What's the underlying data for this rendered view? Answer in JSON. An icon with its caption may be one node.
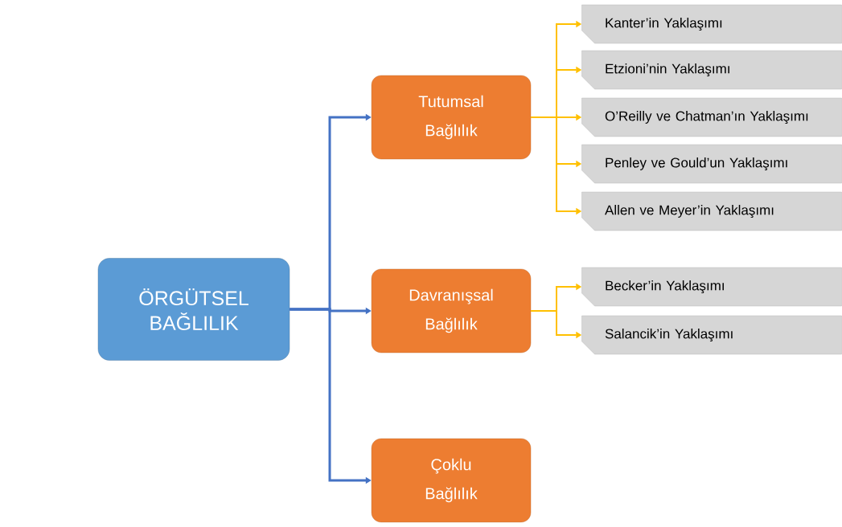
{
  "diagram": {
    "nodes": [
      {
        "text": [
          "ÖRGÜTSEL BAĞLILIK"
        ]
      },
      {
        "text": [
          "Tutumsal Bağlılık"
        ]
      },
      {
        "text": [
          "Davranışsal Bağlılık"
        ]
      },
      {
        "text": [
          "Çoklu Bağlılık"
        ]
      },
      {
        "text": [
          "Kanter’in Yaklaşımı"
        ]
      },
      {
        "text": [
          "Etzioni’nin Yaklaşımı"
        ]
      },
      {
        "text": [
          "O’Reilly ve Chatman’ın Yaklaşımı"
        ]
      },
      {
        "text": [
          "Penley ve Gould’un Yaklaşımı"
        ]
      },
      {
        "text": [
          "Allen ve Meyer’in Yaklaşımı"
        ]
      },
      {
        "text": [
          "Becker’in Yaklaşımı"
        ]
      },
      {
        "text": [
          "Salancik’in Yaklaşımı"
        ]
      }
    ],
    "edges": [
      {
        "from": 0,
        "to": 1,
        "arrow": "to",
        "color": "#4472c4"
      },
      {
        "from": 0,
        "to": 2,
        "arrow": "to",
        "color": "#4472c4"
      },
      {
        "from": 0,
        "to": 3,
        "arrow": "to",
        "color": "#4472c4"
      },
      {
        "from": 1,
        "to": 4,
        "arrow": "to"
      },
      {
        "from": 1,
        "to": 5,
        "arrow": "to"
      },
      {
        "from": 1,
        "to": 6,
        "arrow": "to"
      },
      {
        "from": 1,
        "to": 7,
        "arrow": "to"
      },
      {
        "from": 1,
        "to": 8,
        "arrow": "to"
      },
      {
        "from": 2,
        "to": 9,
        "arrow": "to"
      },
      {
        "from": 2,
        "to": 10,
        "arrow": "to"
      }
    ]
  }
}
